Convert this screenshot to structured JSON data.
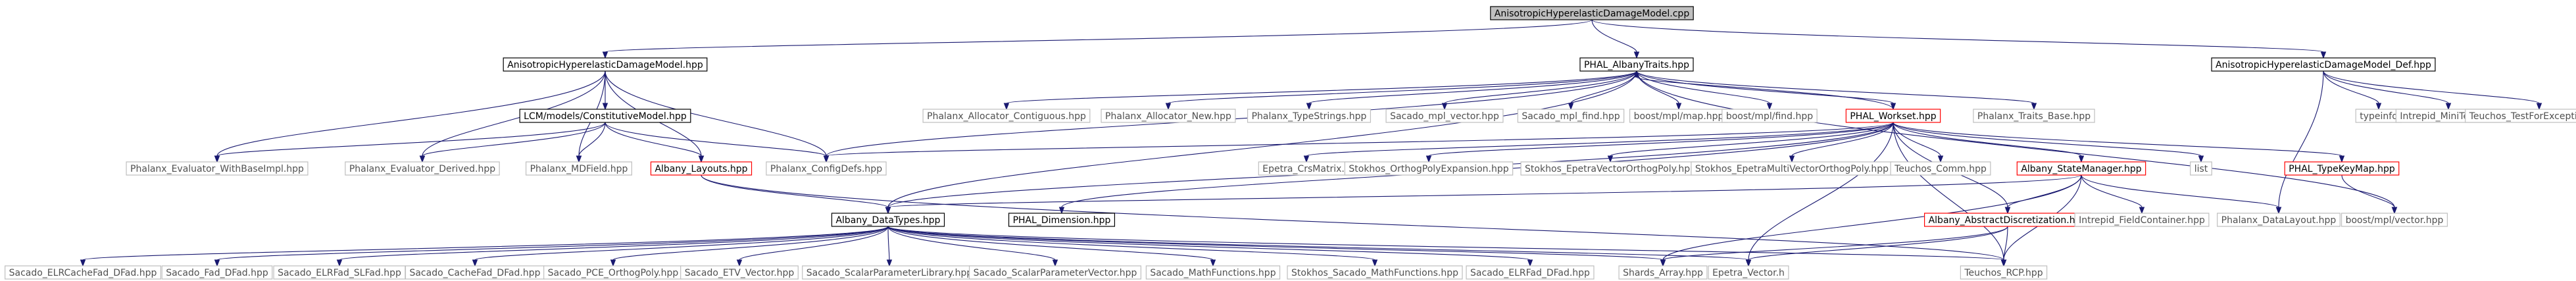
{
  "colors": {
    "edge": "#191970",
    "root_fill": "#bfbfbf",
    "root_border": "#000000",
    "documented_border": "#000000",
    "external_border": "#bfbfbf",
    "incomplete_border": "#ff0000",
    "text": "#000000",
    "external_text": "#505050",
    "background": "#ffffff"
  },
  "nodes": [
    {
      "id": "root",
      "label": "AnisotropicHyperelasticDamageModel.cpp",
      "kind": "root"
    },
    {
      "id": "ahdm_hpp",
      "label": "AnisotropicHyperelasticDamageModel.hpp",
      "kind": "documented"
    },
    {
      "id": "albany_traits",
      "label": "PHAL_AlbanyTraits.hpp",
      "kind": "documented"
    },
    {
      "id": "ahdm_def",
      "label": "AnisotropicHyperelasticDamageModel_Def.hpp",
      "kind": "documented"
    },
    {
      "id": "lcm_const",
      "label": "LCM/models/ConstitutiveModel.hpp",
      "kind": "documented"
    },
    {
      "id": "alloc_contig",
      "label": "Phalanx_Allocator_Contiguous.hpp",
      "kind": "external"
    },
    {
      "id": "alloc_new",
      "label": "Phalanx_Allocator_New.hpp",
      "kind": "external"
    },
    {
      "id": "typestrings",
      "label": "Phalanx_TypeStrings.hpp",
      "kind": "external"
    },
    {
      "id": "mpl_vector",
      "label": "Sacado_mpl_vector.hpp",
      "kind": "external"
    },
    {
      "id": "mpl_find",
      "label": "Sacado_mpl_find.hpp",
      "kind": "external"
    },
    {
      "id": "boost_map",
      "label": "boost/mpl/map.hpp",
      "kind": "external"
    },
    {
      "id": "boost_find",
      "label": "boost/mpl/find.hpp",
      "kind": "external"
    },
    {
      "id": "phal_workset",
      "label": "PHAL_Workset.hpp",
      "kind": "incomplete"
    },
    {
      "id": "traits_base",
      "label": "Phalanx_Traits_Base.hpp",
      "kind": "external"
    },
    {
      "id": "typeinfo",
      "label": "typeinfo",
      "kind": "external"
    },
    {
      "id": "intrepid_mini",
      "label": "Intrepid_MiniTensor.h",
      "kind": "external"
    },
    {
      "id": "teuchos_test",
      "label": "Teuchos_TestForException.hpp",
      "kind": "external"
    },
    {
      "id": "eval_base",
      "label": "Phalanx_Evaluator_WithBaseImpl.hpp",
      "kind": "external"
    },
    {
      "id": "eval_derived",
      "label": "Phalanx_Evaluator_Derived.hpp",
      "kind": "external"
    },
    {
      "id": "mdfield",
      "label": "Phalanx_MDField.hpp",
      "kind": "external"
    },
    {
      "id": "albany_layouts",
      "label": "Albany_Layouts.hpp",
      "kind": "incomplete"
    },
    {
      "id": "configdefs",
      "label": "Phalanx_ConfigDefs.hpp",
      "kind": "external"
    },
    {
      "id": "epetra_crs",
      "label": "Epetra_CrsMatrix.h",
      "kind": "external"
    },
    {
      "id": "stokhos_ortho",
      "label": "Stokhos_OrthogPolyExpansion.hpp",
      "kind": "external"
    },
    {
      "id": "stokhos_epv",
      "label": "Stokhos_EpetraVectorOrthogPoly.hpp",
      "kind": "external"
    },
    {
      "id": "stokhos_epmv",
      "label": "Stokhos_EpetraMultiVectorOrthogPoly.hpp",
      "kind": "external"
    },
    {
      "id": "teuchos_comm",
      "label": "Teuchos_Comm.hpp",
      "kind": "external"
    },
    {
      "id": "state_mgr",
      "label": "Albany_StateManager.hpp",
      "kind": "incomplete"
    },
    {
      "id": "list",
      "label": "list",
      "kind": "external"
    },
    {
      "id": "typekeymap",
      "label": "PHAL_TypeKeyMap.hpp",
      "kind": "incomplete"
    },
    {
      "id": "datatypes",
      "label": "Albany_DataTypes.hpp",
      "kind": "documented"
    },
    {
      "id": "phal_dimension",
      "label": "PHAL_Dimension.hpp",
      "kind": "documented"
    },
    {
      "id": "abstract_disc",
      "label": "Albany_AbstractDiscretization.hpp",
      "kind": "incomplete"
    },
    {
      "id": "intrepid_fc",
      "label": "Intrepid_FieldContainer.hpp",
      "kind": "external"
    },
    {
      "id": "datalayout",
      "label": "Phalanx_DataLayout.hpp",
      "kind": "external"
    },
    {
      "id": "boost_vector",
      "label": "boost/mpl/vector.hpp",
      "kind": "external"
    },
    {
      "id": "elr_cache",
      "label": "Sacado_ELRCacheFad_DFad.hpp",
      "kind": "external"
    },
    {
      "id": "fad_dfad",
      "label": "Sacado_Fad_DFad.hpp",
      "kind": "external"
    },
    {
      "id": "elr_slfad",
      "label": "Sacado_ELRFad_SLFad.hpp",
      "kind": "external"
    },
    {
      "id": "cache_dfad",
      "label": "Sacado_CacheFad_DFad.hpp",
      "kind": "external"
    },
    {
      "id": "pce",
      "label": "Sacado_PCE_OrthogPoly.hpp",
      "kind": "external"
    },
    {
      "id": "etv",
      "label": "Sacado_ETV_Vector.hpp",
      "kind": "external"
    },
    {
      "id": "scalar_lib",
      "label": "Sacado_ScalarParameterLibrary.hpp",
      "kind": "external"
    },
    {
      "id": "scalar_vec",
      "label": "Sacado_ScalarParameterVector.hpp",
      "kind": "external"
    },
    {
      "id": "mathfn",
      "label": "Sacado_MathFunctions.hpp",
      "kind": "external"
    },
    {
      "id": "stokhos_mathfn",
      "label": "Stokhos_Sacado_MathFunctions.hpp",
      "kind": "external"
    },
    {
      "id": "elrfad_dfad",
      "label": "Sacado_ELRFad_DFad.hpp",
      "kind": "external"
    },
    {
      "id": "shards",
      "label": "Shards_Array.hpp",
      "kind": "external"
    },
    {
      "id": "epetra_vec",
      "label": "Epetra_Vector.h",
      "kind": "external"
    },
    {
      "id": "teuchos_rcp",
      "label": "Teuchos_RCP.hpp",
      "kind": "external"
    }
  ],
  "edges": [
    [
      "root",
      "ahdm_hpp"
    ],
    [
      "root",
      "albany_traits"
    ],
    [
      "root",
      "ahdm_def"
    ],
    [
      "ahdm_hpp",
      "lcm_const"
    ],
    [
      "ahdm_hpp",
      "eval_base"
    ],
    [
      "ahdm_hpp",
      "eval_derived"
    ],
    [
      "ahdm_hpp",
      "mdfield"
    ],
    [
      "ahdm_hpp",
      "albany_layouts"
    ],
    [
      "ahdm_hpp",
      "configdefs"
    ],
    [
      "lcm_const",
      "eval_base"
    ],
    [
      "lcm_const",
      "eval_derived"
    ],
    [
      "lcm_const",
      "mdfield"
    ],
    [
      "lcm_const",
      "albany_layouts"
    ],
    [
      "lcm_const",
      "configdefs"
    ],
    [
      "albany_traits",
      "alloc_contig"
    ],
    [
      "albany_traits",
      "alloc_new"
    ],
    [
      "albany_traits",
      "typestrings"
    ],
    [
      "albany_traits",
      "mpl_vector"
    ],
    [
      "albany_traits",
      "mpl_find"
    ],
    [
      "albany_traits",
      "boost_map"
    ],
    [
      "albany_traits",
      "boost_find"
    ],
    [
      "albany_traits",
      "phal_workset"
    ],
    [
      "albany_traits",
      "traits_base"
    ],
    [
      "albany_traits",
      "configdefs"
    ],
    [
      "albany_traits",
      "datatypes"
    ],
    [
      "albany_traits",
      "boost_vector"
    ],
    [
      "phal_workset",
      "albany_traits"
    ],
    [
      "phal_workset",
      "configdefs"
    ],
    [
      "phal_workset",
      "epetra_crs"
    ],
    [
      "phal_workset",
      "stokhos_ortho"
    ],
    [
      "phal_workset",
      "stokhos_epv"
    ],
    [
      "phal_workset",
      "stokhos_epmv"
    ],
    [
      "phal_workset",
      "teuchos_comm"
    ],
    [
      "phal_workset",
      "state_mgr"
    ],
    [
      "phal_workset",
      "list"
    ],
    [
      "phal_workset",
      "typekeymap"
    ],
    [
      "phal_workset",
      "datatypes"
    ],
    [
      "phal_workset",
      "phal_dimension"
    ],
    [
      "phal_workset",
      "abstract_disc"
    ],
    [
      "phal_workset",
      "teuchos_rcp"
    ],
    [
      "phal_workset",
      "epetra_vec"
    ],
    [
      "state_mgr",
      "datatypes"
    ],
    [
      "state_mgr",
      "abstract_disc"
    ],
    [
      "state_mgr",
      "intrepid_fc"
    ],
    [
      "state_mgr",
      "datalayout"
    ],
    [
      "state_mgr",
      "teuchos_rcp"
    ],
    [
      "state_mgr",
      "shards"
    ],
    [
      "typekeymap",
      "boost_vector"
    ],
    [
      "albany_layouts",
      "datatypes"
    ],
    [
      "albany_layouts",
      "teuchos_rcp"
    ],
    [
      "abstract_disc",
      "epetra_vec"
    ],
    [
      "abstract_disc",
      "shards"
    ],
    [
      "abstract_disc",
      "teuchos_rcp"
    ],
    [
      "ahdm_def",
      "typeinfo"
    ],
    [
      "ahdm_def",
      "intrepid_mini"
    ],
    [
      "ahdm_def",
      "teuchos_test"
    ],
    [
      "ahdm_def",
      "datalayout"
    ],
    [
      "datatypes",
      "elr_cache"
    ],
    [
      "datatypes",
      "fad_dfad"
    ],
    [
      "datatypes",
      "elr_slfad"
    ],
    [
      "datatypes",
      "cache_dfad"
    ],
    [
      "datatypes",
      "pce"
    ],
    [
      "datatypes",
      "etv"
    ],
    [
      "datatypes",
      "scalar_lib"
    ],
    [
      "datatypes",
      "scalar_vec"
    ],
    [
      "datatypes",
      "mathfn"
    ],
    [
      "datatypes",
      "stokhos_mathfn"
    ],
    [
      "datatypes",
      "elrfad_dfad"
    ],
    [
      "datatypes",
      "shards"
    ],
    [
      "datatypes",
      "epetra_vec"
    ],
    [
      "datatypes",
      "teuchos_rcp"
    ]
  ]
}
